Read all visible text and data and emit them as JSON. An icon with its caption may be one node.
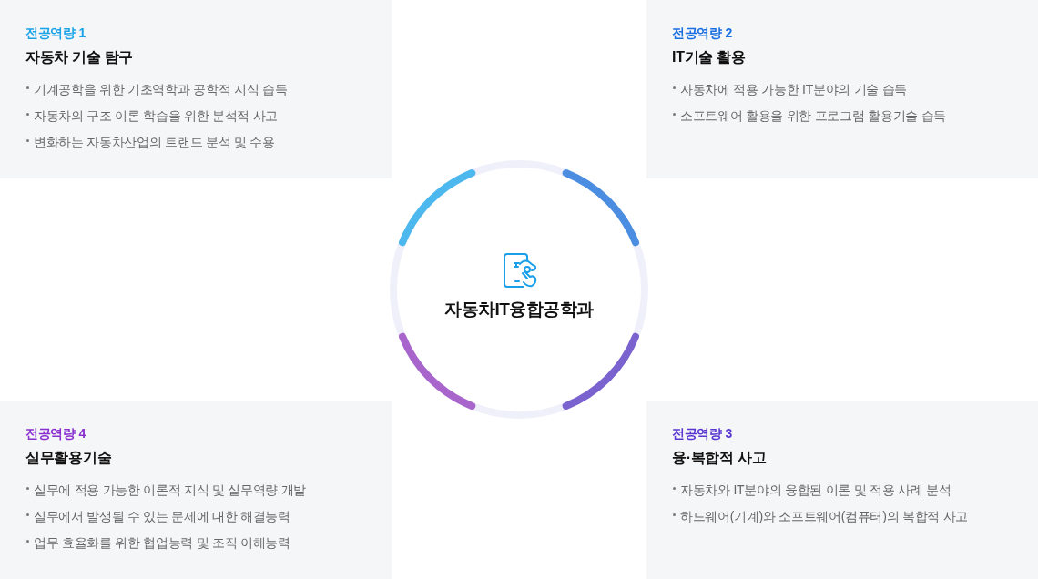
{
  "diagram": {
    "nodes": [
      {
        "text": [
          "전공역량 1",
          "자동차 기술 탐구",
          "기계공학을 위한 기초역학과 공학적 지식 습득",
          "자동차의 구조 이론 학습을 위한 분석적 사고",
          "변화하는 자동차산업의 트랜드 분석 및 수용"
        ]
      },
      {
        "text": [
          "전공역량 2",
          "IT기술 활용",
          "자동차에 적용 가능한 IT분야의 기술 습득",
          "소프트웨어 활용을 위한 프로그램 활용기술 습득"
        ]
      },
      {
        "text": [
          "자동차IT융합공학과"
        ]
      },
      {
        "text": [
          "전공역량 4",
          "실무활용기술",
          "실무에 적용 가능한 이론적 지식 및 실무역량 개발",
          "실무에서 발생될 수 있는 문제에 대한 해결능력",
          "업무 효율화를 위한 협업능력 및 조직 이해능력"
        ]
      },
      {
        "text": [
          "전공역량 3",
          "융·복합적 사고",
          "자동차와 IT분야의 융합된 이론 및 적용 사례 분석",
          "하드웨어(기계)와 소프트웨어(컴퓨터)의 복합적 사고"
        ]
      }
    ]
  }
}
